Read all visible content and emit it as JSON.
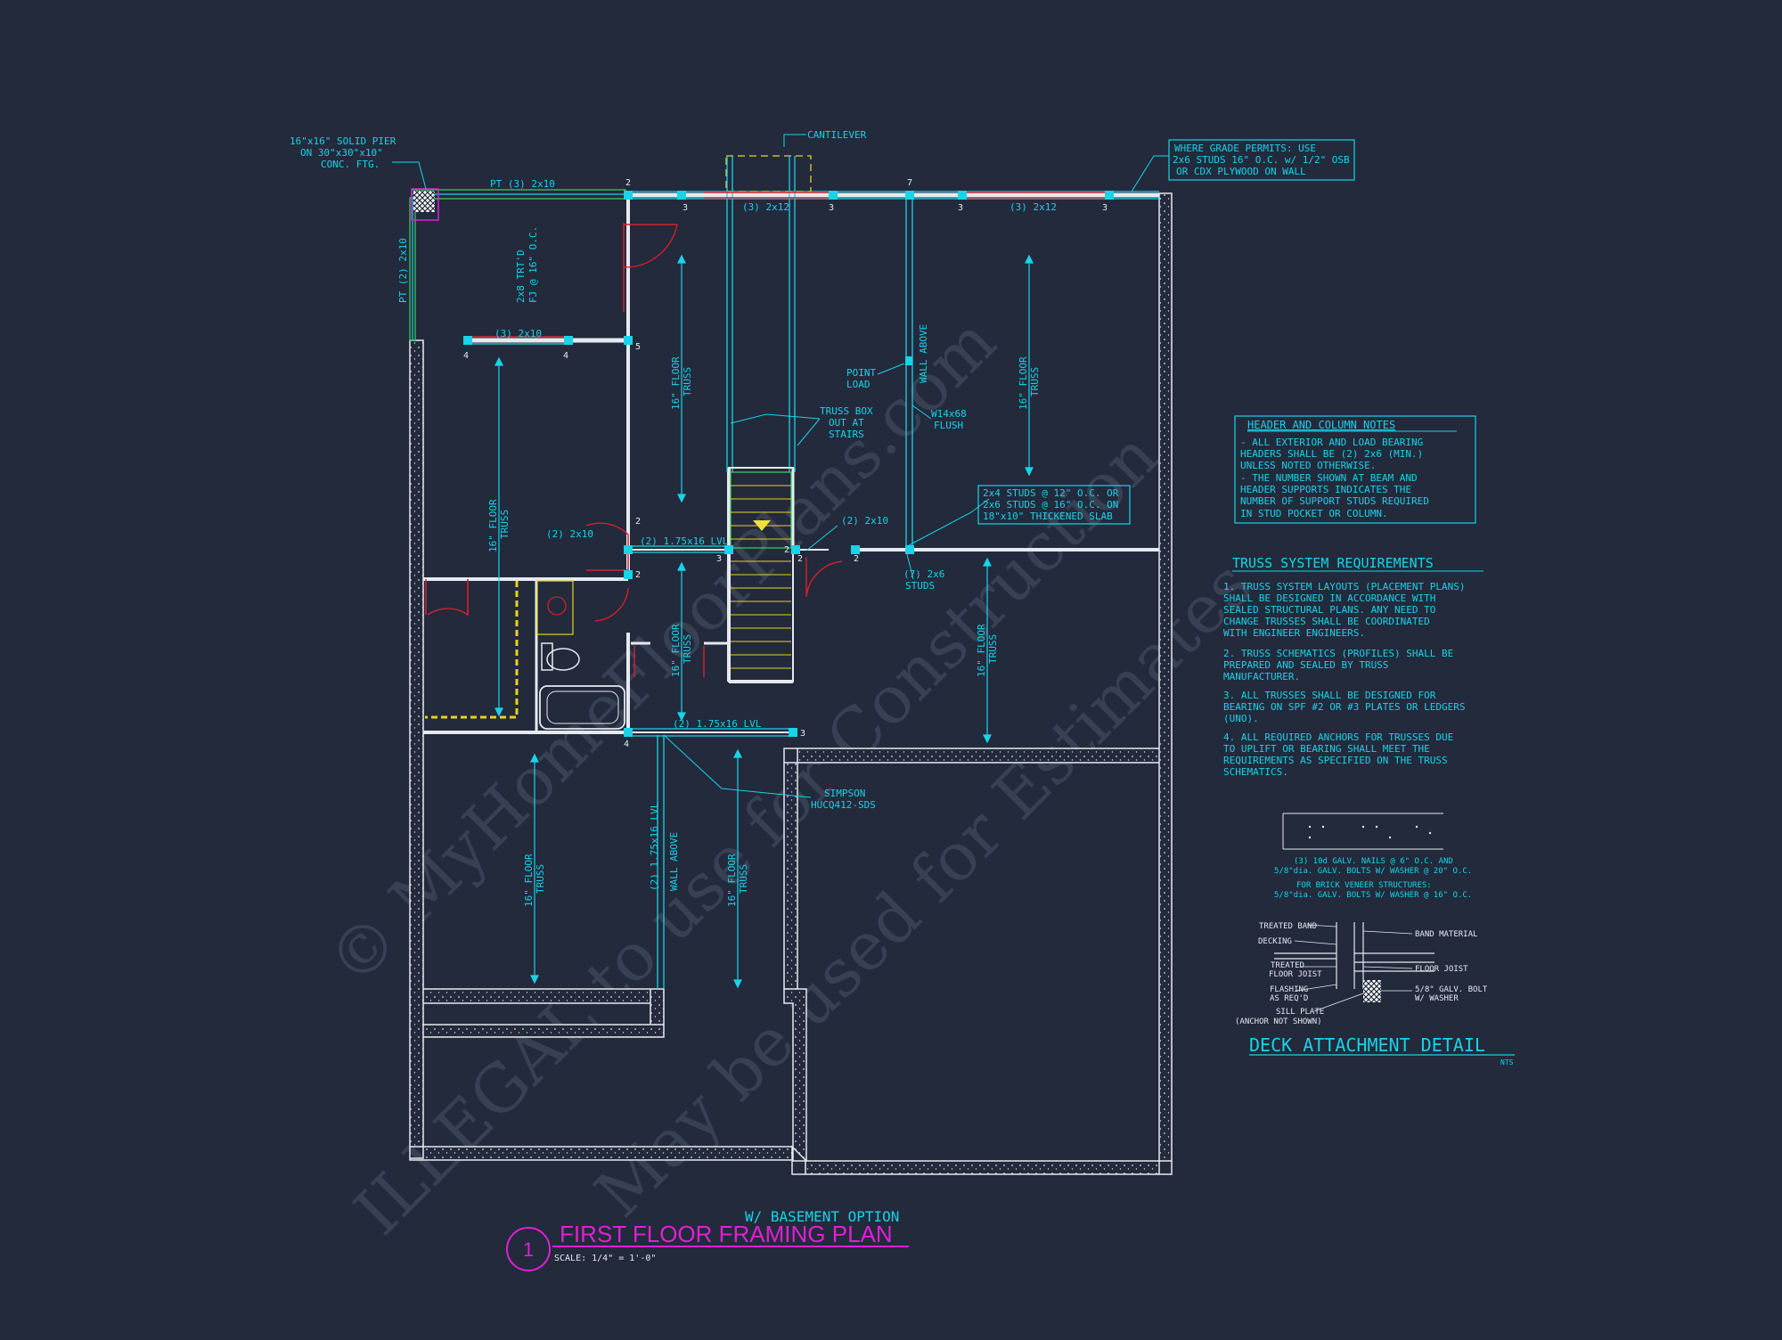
{
  "colors": {
    "background": "#222a3c",
    "cyan": "#19d3e8",
    "magenta": "#e21fd6",
    "wall": "#e6e9ef",
    "red": "#d61f2c",
    "yellow": "#e8d21f",
    "green": "#3ad65a"
  },
  "watermark": {
    "line1": "© MyHomeFloorPlans.com",
    "line2": "ILLEGAL to use for Construction",
    "line3": "May be used for Estimates"
  },
  "title_block": {
    "number": "1",
    "subtitle": "W/ BASEMENT OPTION",
    "title": "FIRST FLOOR FRAMING PLAN",
    "scale": "SCALE: 1/4\" = 1'-0\""
  },
  "callouts": {
    "pier": [
      "16\"x16\" SOLID PIER",
      "ON 30\"x30\"x10\"",
      "CONC. FTG."
    ],
    "cantilever": "CANTILEVER",
    "grade_permits": [
      "WHERE GRADE PERMITS: USE",
      "2x6 STUDS 16\" O.C. w/ 1/2\" OSB",
      "OR CDX PLYWOOD ON WALL"
    ],
    "point_load": [
      "POINT",
      "LOAD"
    ],
    "truss_box": [
      "TRUSS BOX",
      "OUT AT",
      "STAIRS"
    ],
    "beam_flush": [
      "W14x68",
      "FLUSH"
    ],
    "studs_note": [
      "2x4 STUDS @ 12\" O.C. OR",
      "2x6 STUDS @ 16\" O.C. ON",
      "18\"x10\" THICKENED SLAB"
    ],
    "seven_studs": [
      "(7) 2x6",
      "STUDS"
    ],
    "simpson": [
      "SIMPSON",
      "HUCQ412-SDS"
    ]
  },
  "beams": {
    "pt_top": "PT (3) 2x10",
    "pt_left": "PT (2) 2x10",
    "pt_joist": [
      "2x8 TRT'D",
      "FJ @ 16\" O.C."
    ],
    "header_a": "(3) 2x12",
    "header_b": "(3) 2x12",
    "header_c": "(3) 2x10",
    "lvl_upper": "(2) 1.75x16 LVL",
    "lvl_lower": "(2) 1.75x16 LVL",
    "lvl_vertical": "(2) 1.75x16 LVL",
    "hdr_2x10_left": "(2) 2x10",
    "hdr_2x10_right": "(2) 2x10",
    "wall_above": "WALL ABOVE"
  },
  "trusses": {
    "label_1": "16\" FLOOR",
    "label_2": "TRUSS"
  },
  "support_numbers": {
    "n2": "2",
    "n3": "3",
    "n4": "4",
    "n5": "5",
    "n7": "7"
  },
  "header_column_notes": {
    "title": "HEADER AND COLUMN NOTES",
    "lines": [
      "- ALL EXTERIOR AND LOAD BEARING",
      "HEADERS SHALL BE (2) 2x6 (MIN.)",
      "UNLESS NOTED OTHERWISE.",
      "- THE NUMBER SHOWN AT BEAM AND",
      "HEADER SUPPORTS INDICATES THE",
      "NUMBER OF SUPPORT STUDS REQUIRED",
      "IN STUD POCKET OR COLUMN."
    ]
  },
  "truss_requirements": {
    "title": "TRUSS SYSTEM REQUIREMENTS",
    "lines": [
      "1. TRUSS SYSTEM LAYOUTS (PLACEMENT PLANS)",
      "SHALL BE DESIGNED IN ACCORDANCE WITH",
      "SEALED STRUCTURAL PLANS. ANY NEED TO",
      "CHANGE TRUSSES SHALL BE COORDINATED",
      "WITH ENGINEER ENGINEERS.",
      "2. TRUSS SCHEMATICS (PROFILES) SHALL BE",
      "PREPARED AND SEALED BY TRUSS",
      "MANUFACTURER.",
      "3. ALL TRUSSES SHALL BE DESIGNED FOR",
      "BEARING ON SPF #2 OR #3 PLATES OR LEDGERS",
      "(UNO).",
      "4. ALL REQUIRED ANCHORS FOR TRUSSES DUE",
      "TO UPLIFT OR BEARING SHALL MEET THE",
      "REQUIREMENTS AS SPECIFIED ON THE TRUSS",
      "SCHEMATICS."
    ]
  },
  "deck_detail": {
    "title": "DECK ATTACHMENT DETAIL",
    "nts": "NTS",
    "note_lines": [
      "(3) 10d GALV. NAILS @ 6\" O.C. AND",
      "5/8\"dia. GALV. BOLTS W/ WASHER @ 20\" O.C.",
      "FOR BRICK VENEER STRUCTURES:",
      "5/8\"dia. GALV. BOLTS W/ WASHER @ 16\" O.C."
    ],
    "labels_left": [
      "TREATED BAND",
      "DECKING",
      "TREATED",
      "FLOOR JOIST",
      "FLASHING",
      "AS REQ'D",
      "SILL PLATE",
      "(ANCHOR NOT SHOWN)"
    ],
    "labels_right": [
      "BAND MATERIAL",
      "FLOOR JOIST",
      "5/8\" GALV. BOLT",
      "W/ WASHER"
    ]
  }
}
